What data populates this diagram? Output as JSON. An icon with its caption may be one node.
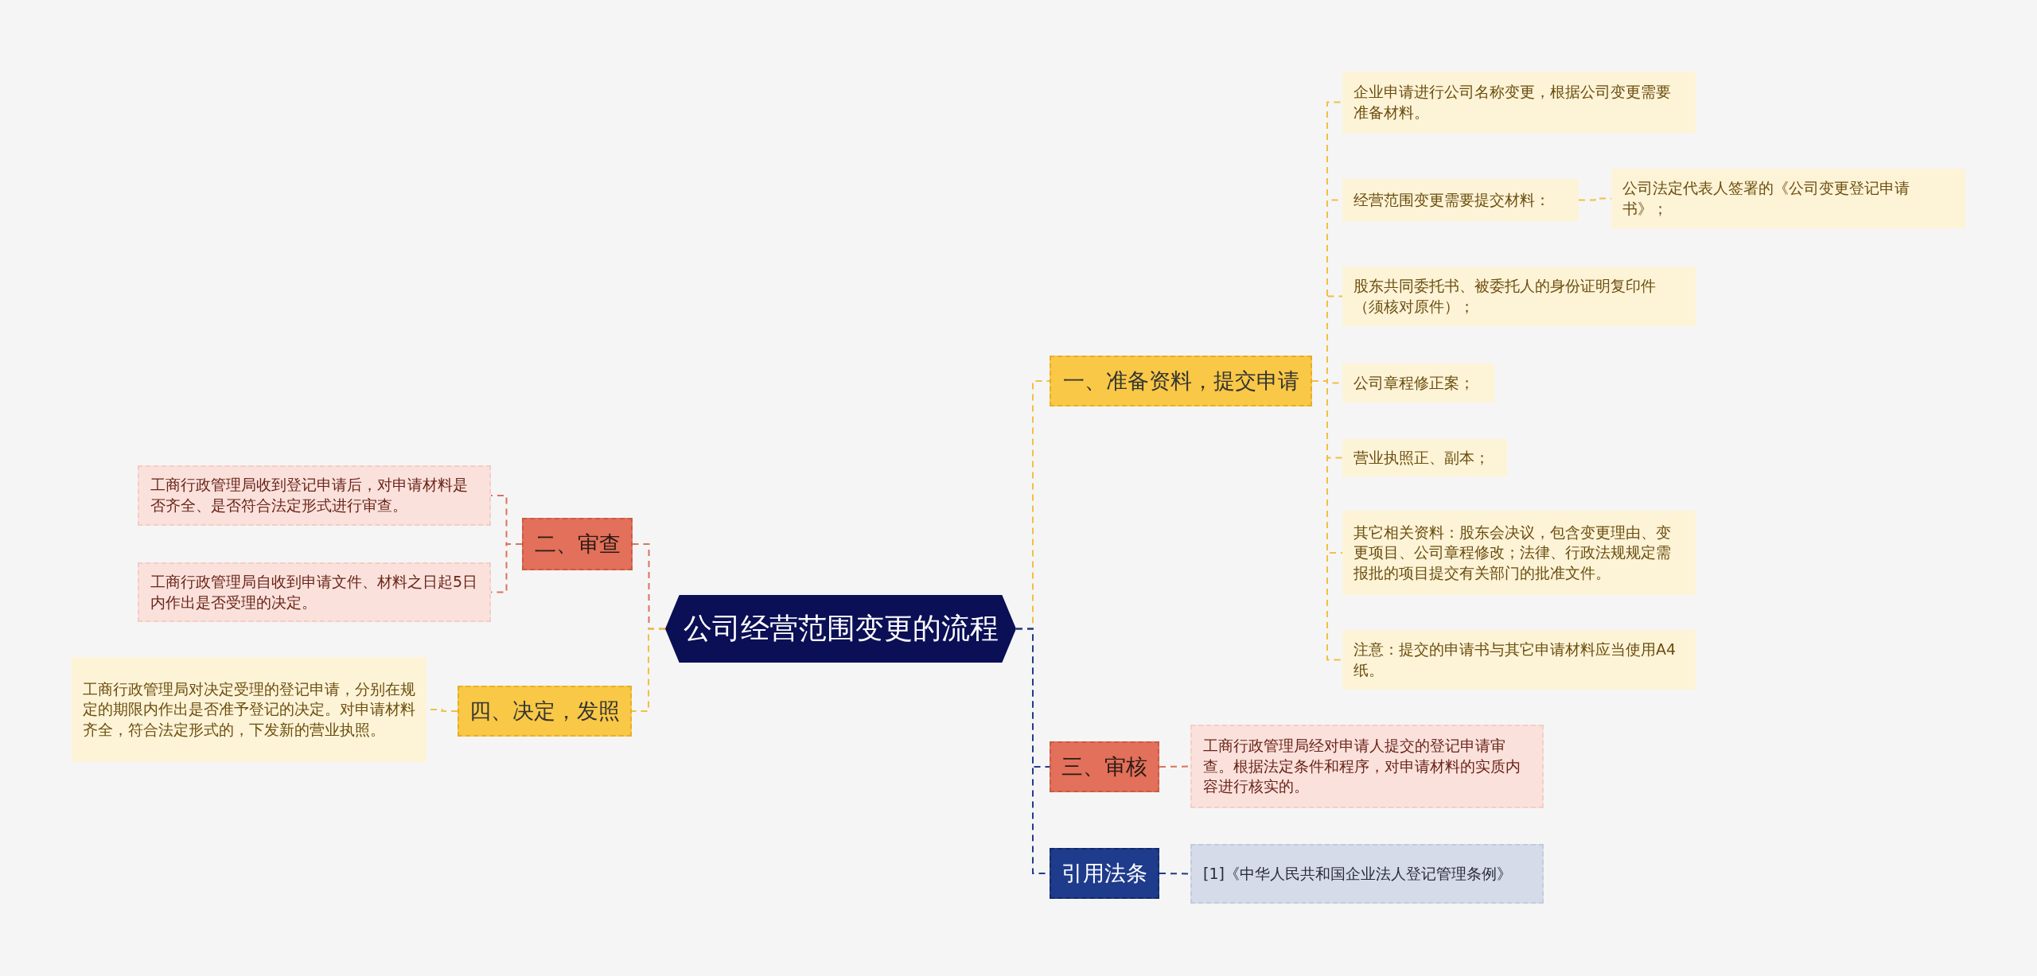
{
  "diagram": {
    "nodes": [
      {
        "text": [
          "公司经营范围变更的流程"
        ]
      },
      {
        "text": [
          "一、准备资料，提交申请"
        ]
      },
      {
        "text": [
          "企业申请进行公司名称变更，根据公司变更需要准备材料。"
        ]
      },
      {
        "text": [
          "经营范围变更需要提交材料："
        ]
      },
      {
        "text": [
          "公司法定代表人签署的《公司变更登记申请书》；"
        ]
      },
      {
        "text": [
          "股东共同委托书、被委托人的身份证明复印件（须核对原件）；"
        ]
      },
      {
        "text": [
          "公司章程修正案；"
        ]
      },
      {
        "text": [
          "营业执照正、副本；"
        ]
      },
      {
        "text": [
          "其它相关资料：股东会决议，包含变更理由、变更项目、公司章程修改；法律、行政法规规定需报批的项目提交有关部门的批准文件。"
        ]
      },
      {
        "text": [
          "注意：提交的申请书与其它申请材料应当使用A4纸。"
        ]
      },
      {
        "text": [
          "二、审查"
        ]
      },
      {
        "text": [
          "工商行政管理局收到登记申请后，对申请材料是否齐全、是否符合法定形式进行审查。"
        ]
      },
      {
        "text": [
          "工商行政管理局自收到申请文件、材料之日起5日内作出是否受理的决定。"
        ]
      },
      {
        "text": [
          "四、决定，发照"
        ]
      },
      {
        "text": [
          "工商行政管理局对决定受理的登记申请，分别在规定的期限内作出是否准予登记的决定。对申请材料齐全，符合法定形式的，下发新的营业执照。"
        ]
      },
      {
        "text": [
          "三、审核"
        ]
      },
      {
        "text": [
          "工商行政管理局经对申请人提交的登记申请审查。根据法定条件和程序，对申请材料的实质内容进行核实的。"
        ]
      },
      {
        "text": [
          "引用法条"
        ]
      },
      {
        "text": [
          "[1]《中华人民共和国企业法人登记管理条例》"
        ]
      }
    ],
    "edges": [
      {
        "from": 0,
        "to": 1,
        "arrow": "none"
      },
      {
        "from": 1,
        "to": 2,
        "arrow": "none"
      },
      {
        "from": 1,
        "to": 3,
        "arrow": "none"
      },
      {
        "from": 3,
        "to": 4,
        "arrow": "none"
      },
      {
        "from": 1,
        "to": 5,
        "arrow": "none"
      },
      {
        "from": 1,
        "to": 6,
        "arrow": "none"
      },
      {
        "from": 1,
        "to": 7,
        "arrow": "none"
      },
      {
        "from": 1,
        "to": 8,
        "arrow": "none"
      },
      {
        "from": 1,
        "to": 9,
        "arrow": "none"
      },
      {
        "from": 0,
        "to": 10,
        "arrow": "none",
        "color": "#d9735e"
      },
      {
        "from": 10,
        "to": 11,
        "arrow": "none",
        "color": "#d9735e"
      },
      {
        "from": 10,
        "to": 12,
        "arrow": "none",
        "color": "#d9735e"
      },
      {
        "from": 0,
        "to": 13,
        "arrow": "none"
      },
      {
        "from": 13,
        "to": 14,
        "arrow": "none"
      },
      {
        "from": 0,
        "to": 15,
        "arrow": "none",
        "color": "#1f3a8a"
      },
      {
        "from": 15,
        "to": 16,
        "arrow": "none",
        "color": "#d9735e"
      },
      {
        "from": 0,
        "to": 17,
        "arrow": "none",
        "color": "#1f3a8a"
      },
      {
        "from": 17,
        "to": 18,
        "arrow": "none",
        "color": "#1f3a8a"
      }
    ]
  }
}
